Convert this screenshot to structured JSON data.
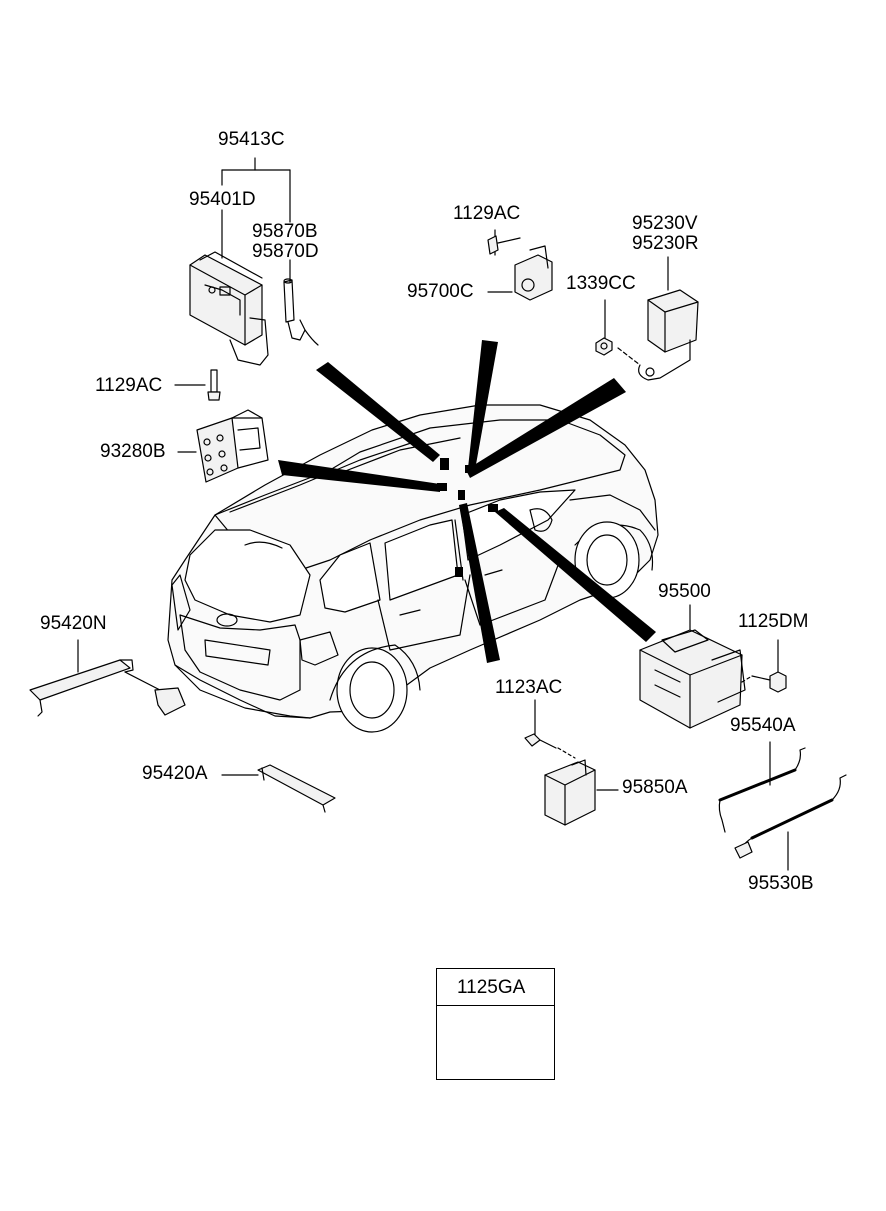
{
  "labels": {
    "p95413C": "95413C",
    "p95401D": "95401D",
    "p95870B": "95870B",
    "p95870D": "95870D",
    "p1129AC_left": "1129AC",
    "p93280B": "93280B",
    "p1129AC_top": "1129AC",
    "p95700C": "95700C",
    "p1339CC": "1339CC",
    "p95230V": "95230V",
    "p95230R": "95230R",
    "p95500": "95500",
    "p1125DM": "1125DM",
    "p95420N": "95420N",
    "p95420A": "95420A",
    "p1123AC": "1123AC",
    "p95850A": "95850A",
    "p95540A": "95540A",
    "p95530B": "95530B"
  },
  "legend_box": {
    "title": "1125GA"
  },
  "colors": {
    "ink": "#000000",
    "paper": "#ffffff",
    "part_fill": "#f2f2f2",
    "car_fill": "#fafafa"
  }
}
